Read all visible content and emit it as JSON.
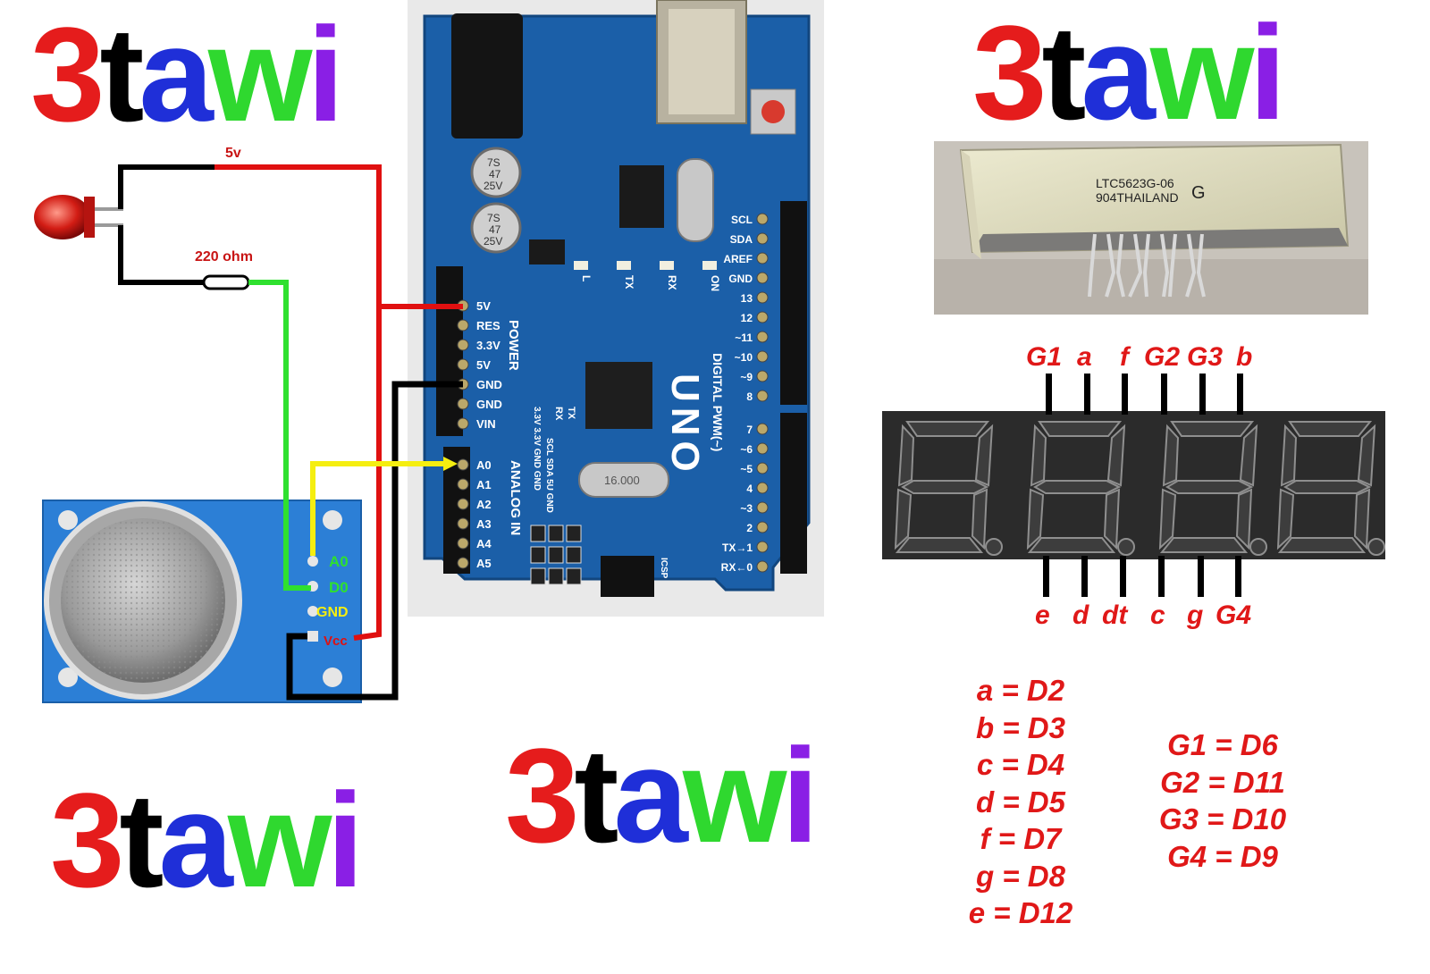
{
  "logo": {
    "parts": [
      "3",
      "t",
      "a",
      "w",
      "i"
    ],
    "colors": [
      "#e51c1c",
      "#000000",
      "#1f2fd8",
      "#2fd82f",
      "#8a1fe5"
    ]
  },
  "circuit": {
    "wire_5v_label": "5v",
    "resistor_label": "220 ohm",
    "sensor_pins": [
      "A0",
      "D0",
      "GND",
      "Vcc"
    ],
    "wire_colors": {
      "power": "#e01010",
      "ground": "#000000",
      "digital": "#2fe02f",
      "analog": "#f5ee10"
    }
  },
  "arduino": {
    "board_name": "UNO",
    "power_header_title": "POWER",
    "power_pins": [
      "5V",
      "RES",
      "3.3V",
      "5V",
      "GND",
      "GND",
      "VIN"
    ],
    "analog_header_title": "ANALOG IN",
    "analog_pins": [
      "A0",
      "A1",
      "A2",
      "A3",
      "A4",
      "A5"
    ],
    "digital_header_title": "DIGITAL PWM(~)",
    "digital_pins_top": [
      "SCL",
      "SDA",
      "AREF",
      "GND",
      "13",
      "12",
      "~11",
      "~10",
      "~9",
      "8"
    ],
    "digital_pins_bottom": [
      "7",
      "~6",
      "~5",
      "4",
      "~3",
      "2",
      "TX→1",
      "RX←0"
    ],
    "leds": [
      "L",
      "TX",
      "RX",
      "ON"
    ],
    "serial_labels": [
      "RX",
      "TX"
    ],
    "bottom_header_labels": [
      "SCL SDA 5U GND",
      "3.3V 3.3V GND GND"
    ],
    "icsp_label": "ICSP",
    "cap_labels": [
      "7S",
      "47",
      "25V"
    ],
    "crystal_label": "16.000",
    "colors": {
      "board": "#1b5fa8"
    }
  },
  "display_photo": {
    "part_number": "LTC5623G-06",
    "origin": "904THAILAND",
    "grade": "G"
  },
  "display_pinout": {
    "top_pins": [
      "G1",
      "a",
      "f",
      "G2",
      "G3",
      "b"
    ],
    "bottom_pins": [
      "e",
      "d",
      "dt",
      "c",
      "g",
      "G4"
    ]
  },
  "segment_map": [
    "a = D2",
    "b = D3",
    "c = D4",
    "d = D5",
    "f = D7",
    "g = D8",
    "e = D12"
  ],
  "digit_map": [
    "G1 = D6",
    "G2 = D11",
    "G3 = D10",
    "G4 = D9"
  ]
}
